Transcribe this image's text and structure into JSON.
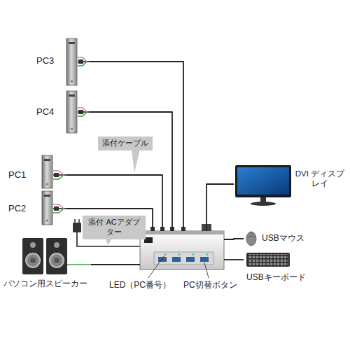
{
  "diagram": {
    "nodes": [
      {
        "text": [
          "PC3"
        ]
      },
      {
        "text": [
          "PC4"
        ]
      },
      {
        "text": [
          "添付ケーブル"
        ]
      },
      {
        "text": [
          "PC1"
        ]
      },
      {
        "text": [
          "DVI ディスプレイ"
        ]
      },
      {
        "text": [
          "PC2"
        ]
      },
      {
        "text": [
          "添付 ACアダプター"
        ]
      },
      {
        "text": [
          "LED（PC番号）",
          "PC切替ボタン"
        ]
      },
      {
        "text": [
          "USBマウス"
        ]
      },
      {
        "text": [
          "USBキーボード"
        ]
      },
      {
        "text": [
          "パソコン用スピーカー"
        ]
      }
    ],
    "edges": [
      {
        "from": 0,
        "to": 7,
        "arrow": "none"
      },
      {
        "from": 1,
        "to": 7,
        "arrow": "none"
      },
      {
        "from": 3,
        "to": 7,
        "arrow": "none"
      },
      {
        "from": 5,
        "to": 7,
        "arrow": "none"
      },
      {
        "from": 7,
        "to": 4,
        "arrow": "none"
      },
      {
        "from": 7,
        "to": 8,
        "arrow": "none"
      },
      {
        "from": 7,
        "to": 9,
        "arrow": "none"
      },
      {
        "from": 10,
        "to": 7,
        "arrow": "none"
      }
    ]
  }
}
